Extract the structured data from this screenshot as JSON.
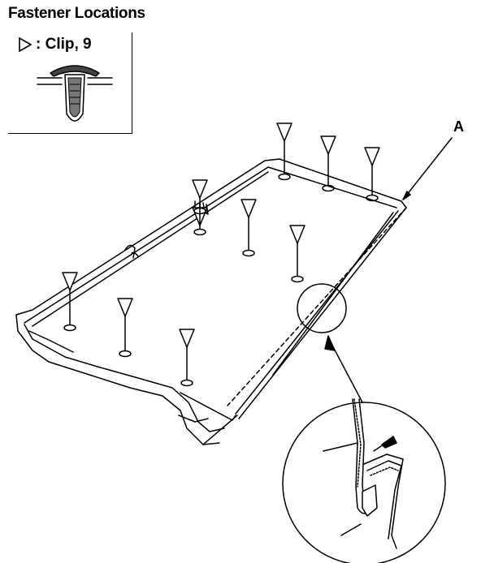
{
  "title": "Fastener Locations",
  "legend": {
    "symbol": "clip-marker-icon",
    "text": ": Clip, 9"
  },
  "callout": "A",
  "clip_count": 9
}
